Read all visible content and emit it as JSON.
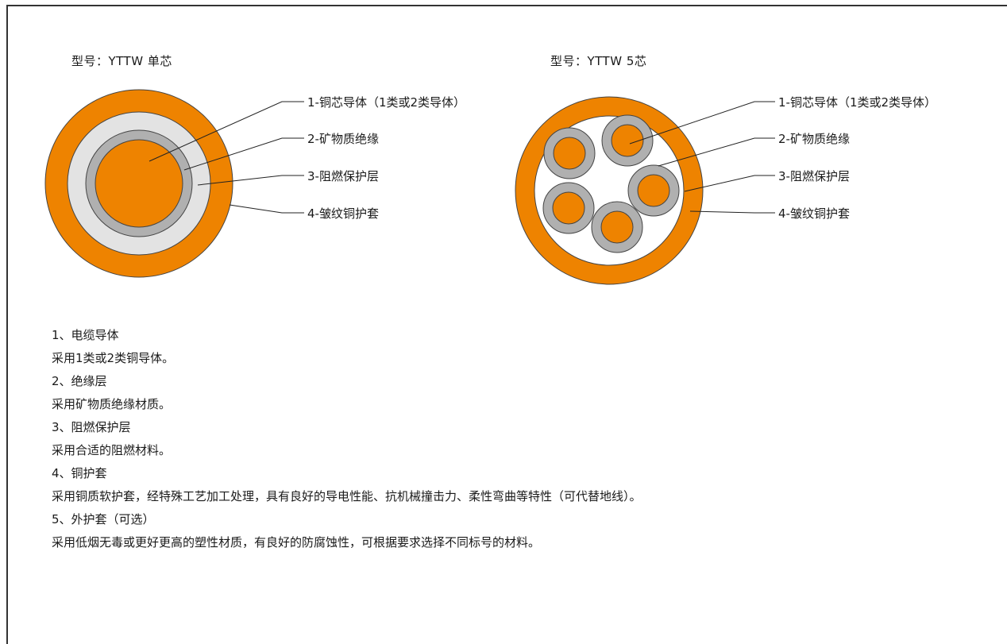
{
  "diagram_left": {
    "title": "型号：YTTW  单芯",
    "labels": [
      "1-铜芯导体（1类或2类导体）",
      "2-矿物质绝缘",
      "3-阻燃保护层",
      "4-皱纹铜护套"
    ]
  },
  "diagram_right": {
    "title": "型号：YTTW  5芯",
    "labels": [
      "1-铜芯导体（1类或2类导体）",
      "2-矿物质绝缘",
      "3-阻燃保护层",
      "4-皱纹铜护套"
    ]
  },
  "colors": {
    "sheath": "#ee8300",
    "conductor": "#ee8300",
    "insulation": "#b0b0b0",
    "flame_layer": "#e3e3e3",
    "outline": "#444444"
  },
  "description": [
    "1、电缆导体",
    "采用1类或2类铜导体。",
    "2、绝缘层",
    "采用矿物质绝缘材质。",
    "3、阻燃保护层",
    "采用合适的阻燃材料。",
    "4、铜护套",
    "采用铜质软护套，经特殊工艺加工处理，具有良好的导电性能、抗机械撞击力、柔性弯曲等特性（可代替地线）。",
    "5、外护套（可选）",
    "采用低烟无毒或更好更高的塑性材质，有良好的防腐蚀性，可根据要求选择不同标号的材料。"
  ]
}
